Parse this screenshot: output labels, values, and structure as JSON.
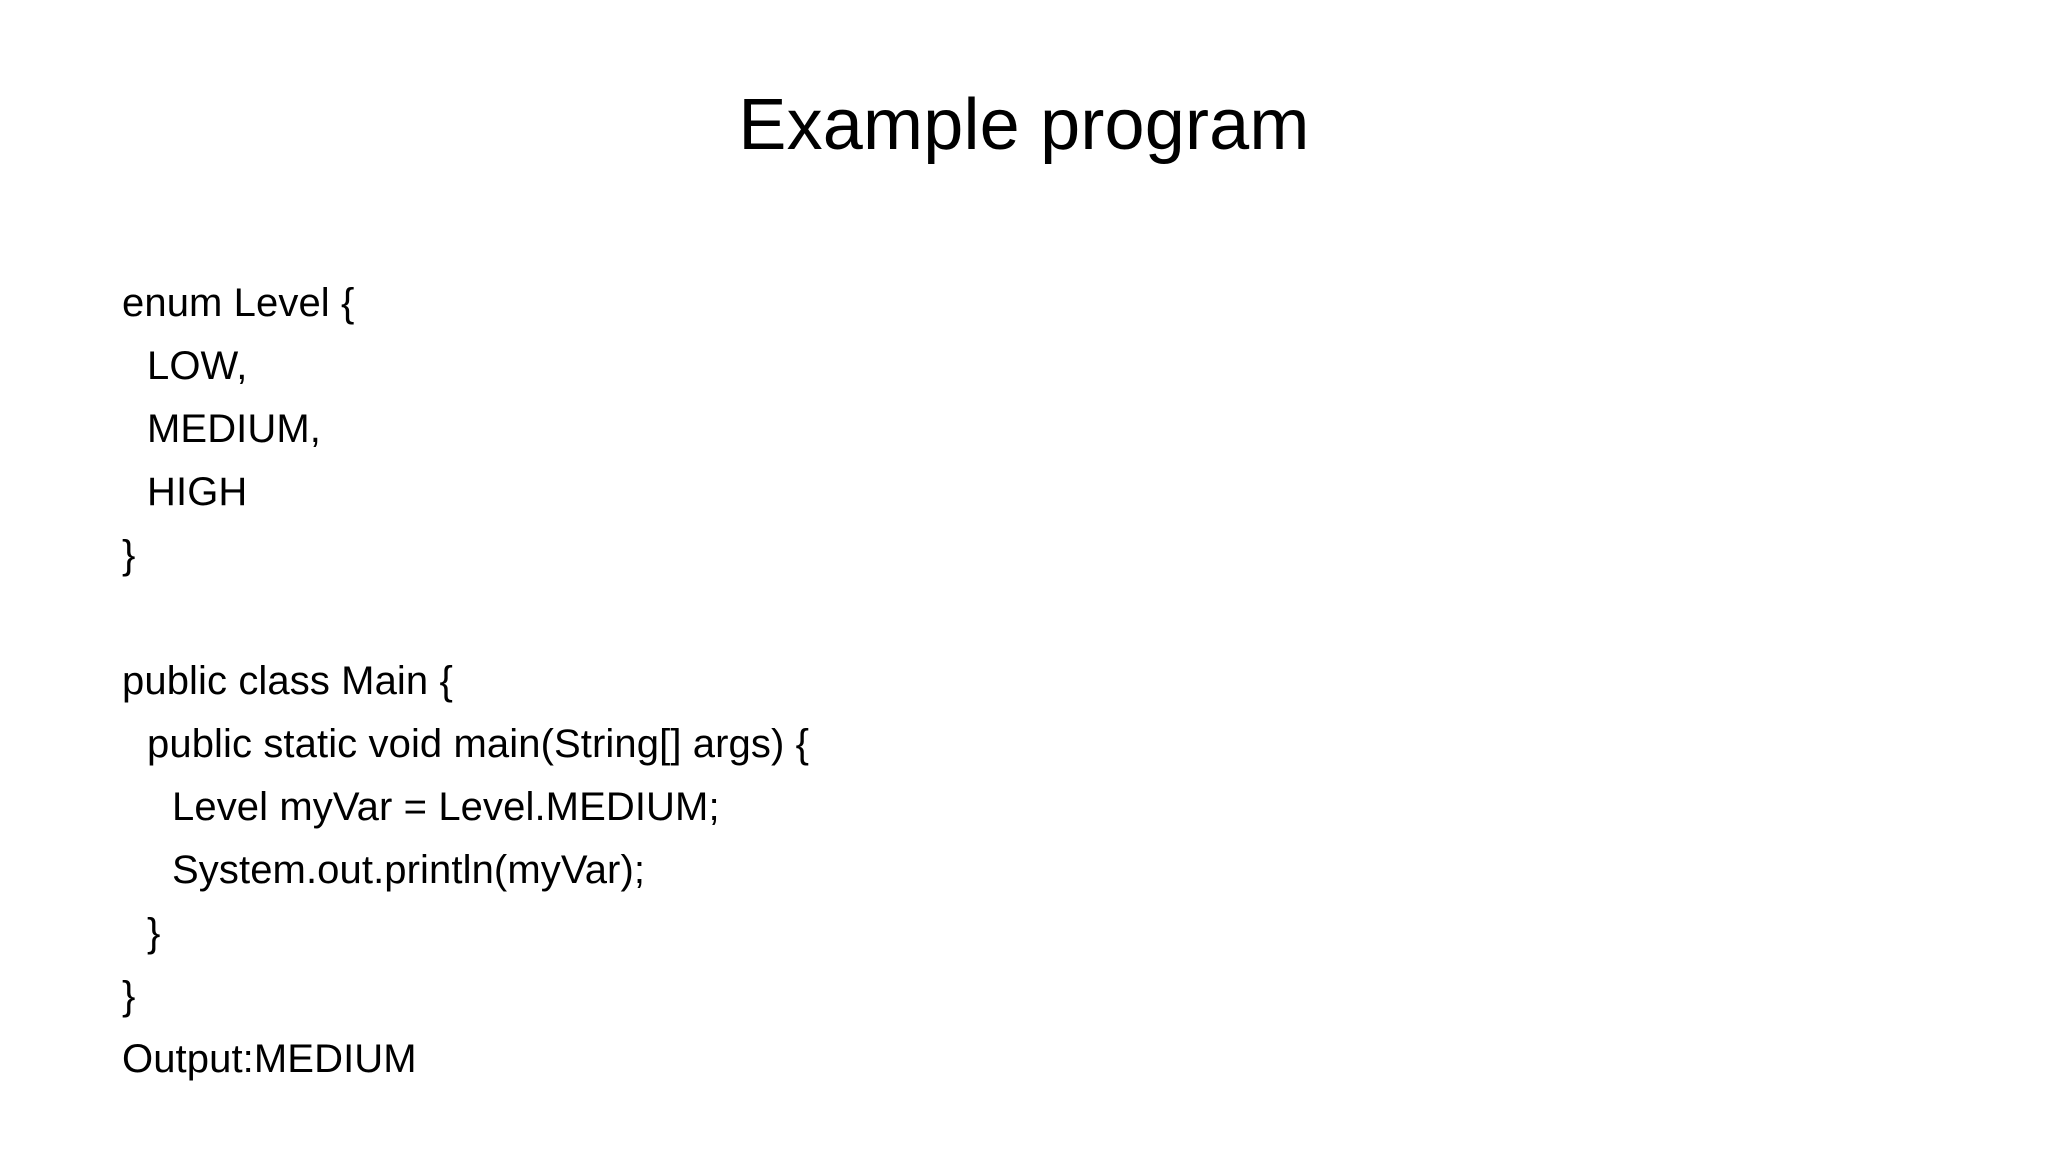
{
  "slide": {
    "title": "Example program",
    "background_color": "#ffffff",
    "text_color": "#000000",
    "code_lines": [
      {
        "text": "enum Level {",
        "indent": 0
      },
      {
        "text": "LOW,",
        "indent": 1
      },
      {
        "text": "MEDIUM,",
        "indent": 1
      },
      {
        "text": "HIGH",
        "indent": 1
      },
      {
        "text": "}",
        "indent": 0
      },
      {
        "text": " ",
        "indent": 0
      },
      {
        "text": "public class Main {",
        "indent": 0
      },
      {
        "text": "public static void main(String[] args) {",
        "indent": 1
      },
      {
        "text": "Level myVar = Level.MEDIUM;",
        "indent": 2
      },
      {
        "text": "System.out.println(myVar);",
        "indent": 2
      },
      {
        "text": "}",
        "indent": 1
      },
      {
        "text": "}",
        "indent": 0
      },
      {
        "text": "Output:MEDIUM",
        "indent": 0
      }
    ]
  }
}
